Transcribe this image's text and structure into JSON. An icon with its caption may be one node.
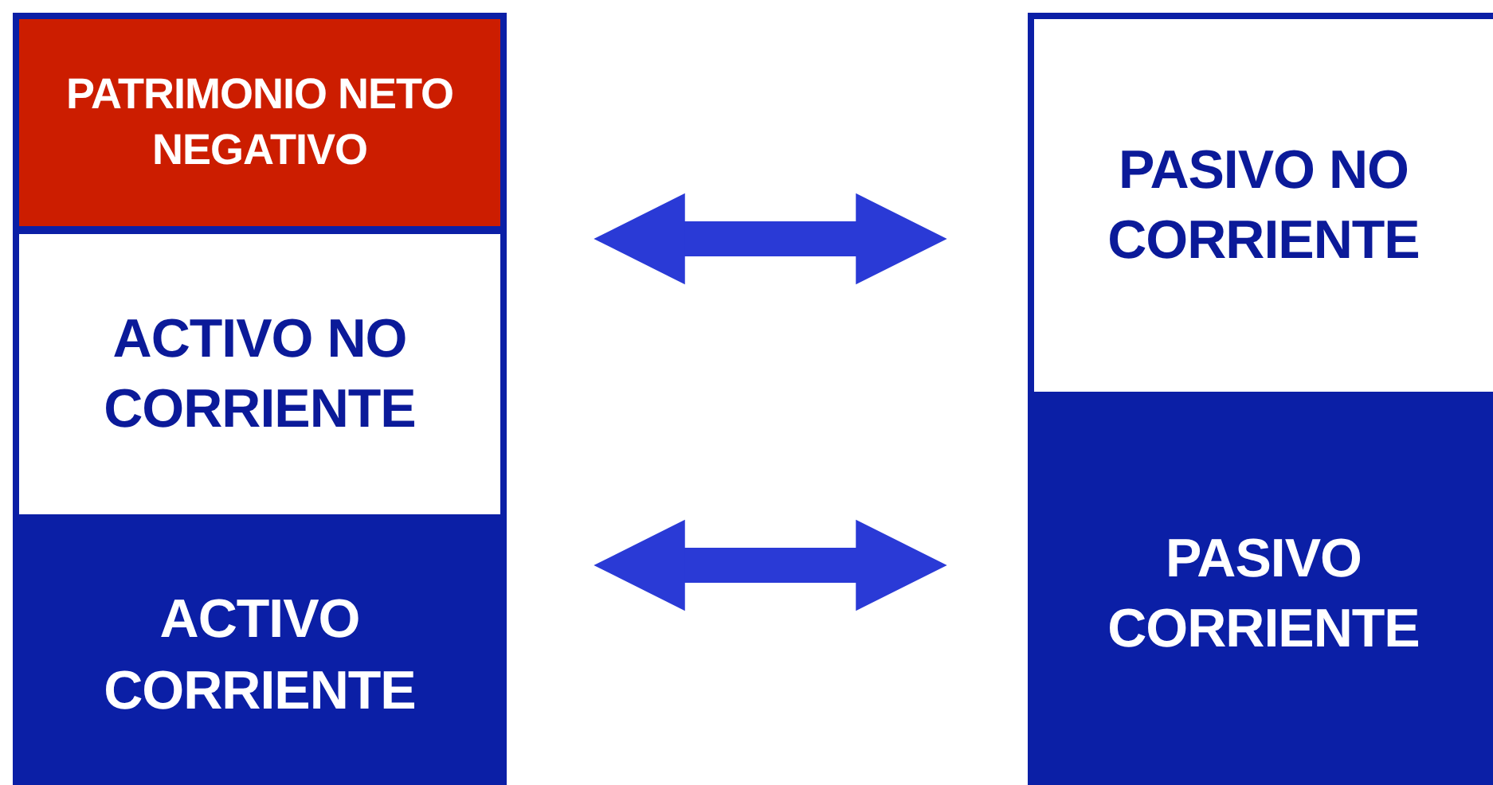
{
  "diagram": {
    "nodes": [
      {
        "text": [
          "PATRIMONIO NETO NEGATIVO"
        ]
      },
      {
        "text": [
          "ACTIVO NO CORRIENTE"
        ]
      },
      {
        "text": [
          "ACTIVO CORRIENTE"
        ]
      },
      {
        "text": [
          "PASIVO NO CORRIENTE"
        ]
      },
      {
        "text": [
          "PASIVO CORRIENTE"
        ]
      }
    ],
    "edges": [
      {
        "from": 1,
        "to": 3,
        "arrow": "both"
      },
      {
        "from": 2,
        "to": 4,
        "arrow": "both"
      }
    ]
  }
}
